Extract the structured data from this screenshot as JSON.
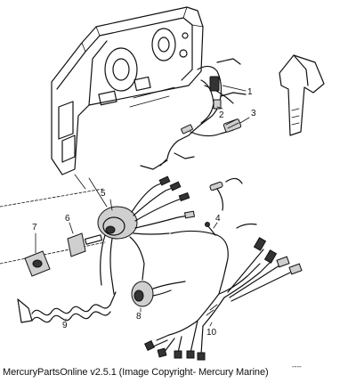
{
  "diagram": {
    "part_numbers": [
      "1",
      "2",
      "3",
      "4",
      "5",
      "6",
      "7",
      "8",
      "9",
      "10"
    ]
  },
  "footer": {
    "caption": "MercuryPartsOnline v2.5.1 (Image Copyright- Mercury Marine)",
    "page_code": "----"
  },
  "colors": {
    "line": "#111111",
    "background": "#ffffff"
  }
}
